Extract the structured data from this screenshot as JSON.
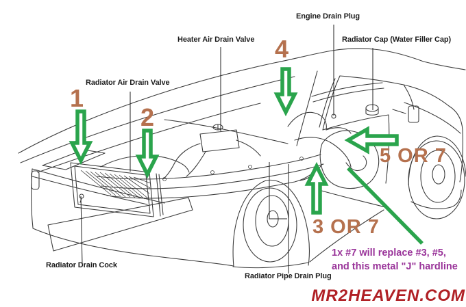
{
  "diagram": {
    "part_labels": {
      "radiator_air_drain_valve": "Radiator Air Drain Valve",
      "heater_air_drain_valve": "Heater Air Drain Valve",
      "engine_drain_plug": "Engine Drain Plug",
      "radiator_cap": "Radiator Cap (Water Filler Cap)",
      "radiator_drain_cock": "Radiator Drain Cock",
      "radiator_pipe_drain_plug": "Radiator Pipe Drain Plug"
    },
    "markers": {
      "m1": "1",
      "m2": "2",
      "m4": "4",
      "m5or7": "5 OR 7",
      "m3or7": "3 OR 7"
    },
    "note": {
      "line1": "1x #7 will replace #3, #5,",
      "line2": "and this metal \"J\" hardline"
    },
    "watermark": "MR2HEAVEN.COM",
    "colors": {
      "marker_orange": "#b5714e",
      "arrow_green": "#2aa44c",
      "note_purple": "#993399",
      "watermark_red": "#b02025",
      "line_art": "#3c3c3c"
    }
  }
}
